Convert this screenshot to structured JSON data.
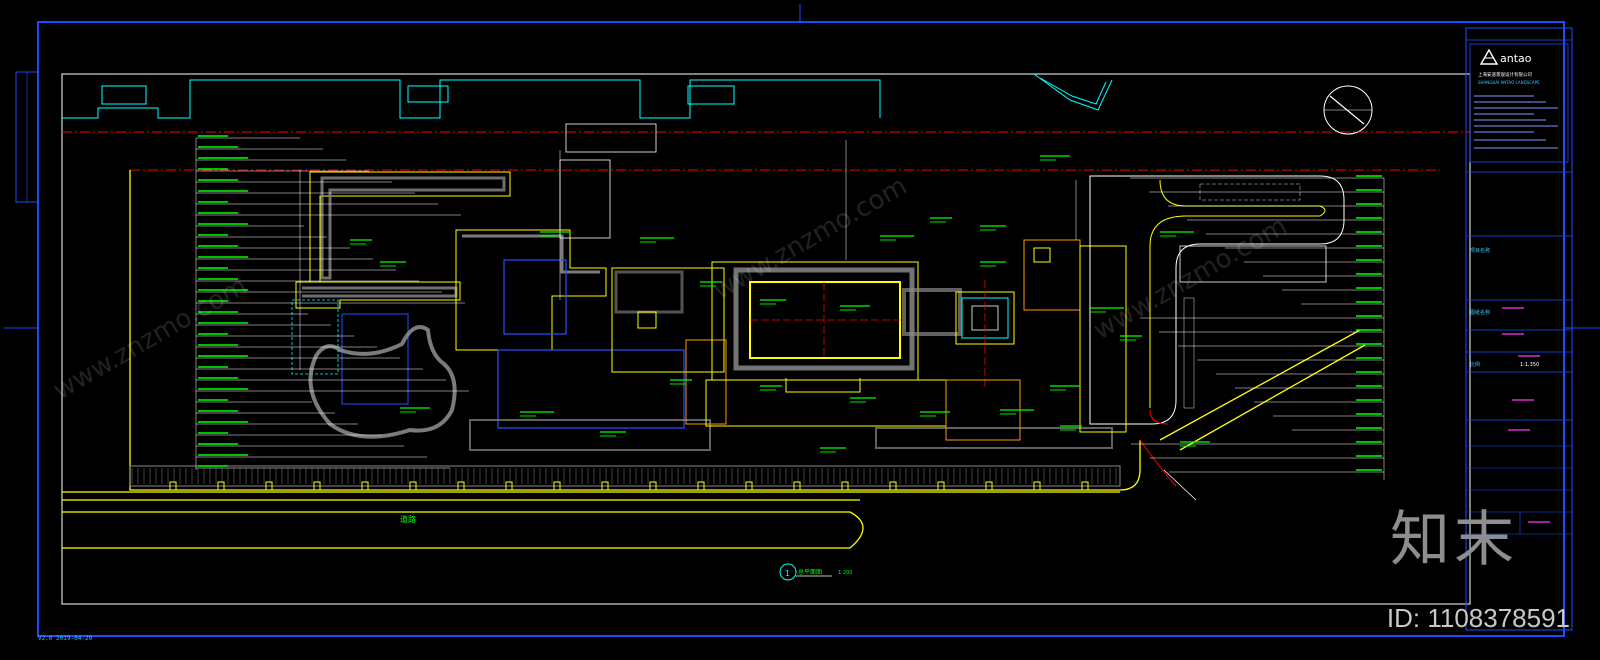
{
  "colors": {
    "frame": "#1b4dff",
    "outline": "#ffffff",
    "road": "#ffff00",
    "cyan": "#00ffff",
    "green": "#00ff00",
    "orange": "#ff9900",
    "blue": "#2d4cff",
    "red": "#ff0000",
    "grey": "#8a8a8a"
  },
  "title_block": {
    "logo_text": "antao",
    "company_line": "上海安道景观设计有限公司",
    "company_en": "SHANGHAI ANTAO LANDSCAPE",
    "project_label": "项目名称",
    "drawing_label": "图纸名称",
    "scale_label": "比例",
    "scale_value": "1:1,350"
  },
  "plan": {
    "caption_title": "总平面图",
    "caption_scale": "1:200",
    "road_label": "道路"
  },
  "watermarks": {
    "logo": "知末",
    "id": "ID: 1108378591",
    "diagonal": "www.znzmo.com"
  },
  "footer": {
    "note": "V2.0 2019-04-29"
  }
}
